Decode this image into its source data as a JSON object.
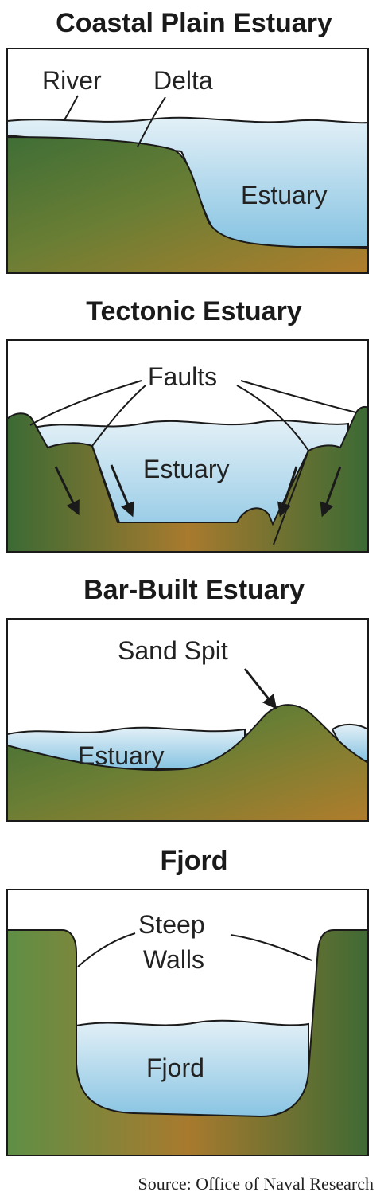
{
  "panels": [
    {
      "title": "Coastal Plain Estuary",
      "labels": {
        "river": "River",
        "delta": "Delta",
        "estuary": "Estuary"
      }
    },
    {
      "title": "Tectonic Estuary",
      "labels": {
        "faults": "Faults",
        "estuary": "Estuary"
      }
    },
    {
      "title": "Bar-Built Estuary",
      "labels": {
        "sand_spit": "Sand Spit",
        "estuary": "Estuary"
      }
    },
    {
      "title": "Fjord",
      "labels": {
        "steep": "Steep",
        "walls": "Walls",
        "fjord": "Fjord"
      }
    }
  ],
  "source": "Source: Office of Naval Research",
  "colors": {
    "land_green": "#4e7a3a",
    "land_brown": "#a97a2c",
    "water_light": "#d7eaf4",
    "water_mid": "#7fbfe0",
    "outline": "#1a1a1a"
  }
}
